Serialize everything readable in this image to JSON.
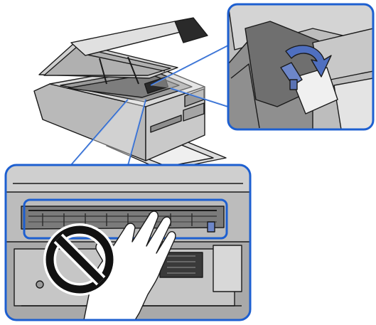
{
  "illustration": {
    "subject": "printer-scanner-unit-open",
    "callouts": [
      {
        "name": "transport-lock-callout"
      },
      {
        "name": "do-not-touch-cable-callout"
      }
    ],
    "colors": {
      "outline": "#1a1a1a",
      "callout_frame": "#1d5fd0",
      "printer_body": "#c8c8c8",
      "printer_shadow": "#8e8e8e",
      "printer_light": "#e6e6e6",
      "lock_lever": "#6d86c8",
      "arrow": "#4f6fbf",
      "prohibit": "#111111"
    },
    "icons": [
      "prohibition-icon",
      "hand-icon",
      "rotate-arrow-icon"
    ]
  }
}
